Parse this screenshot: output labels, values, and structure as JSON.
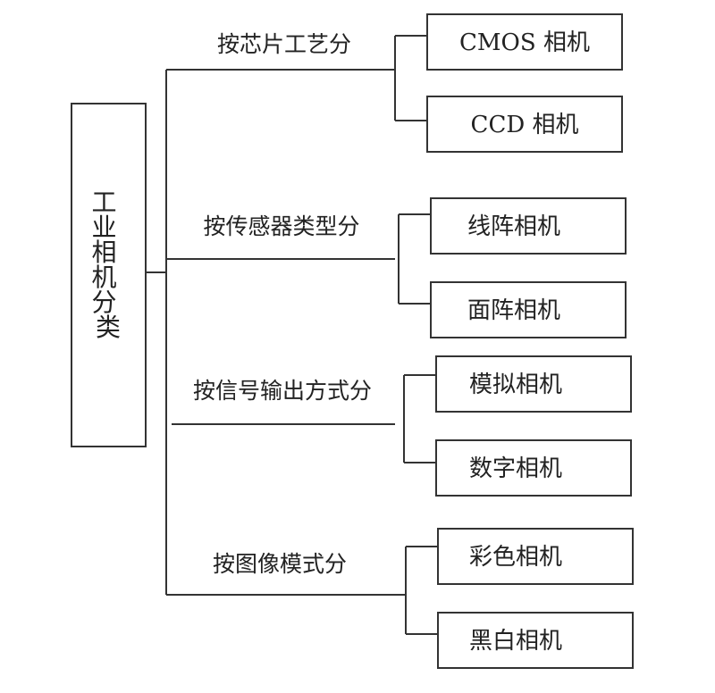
{
  "root": {
    "label": "工业相机分类"
  },
  "branches": [
    {
      "label": "按芯片工艺分",
      "children": [
        "CMOS 相机",
        "CCD 相机"
      ]
    },
    {
      "label": "按传感器类型分",
      "children": [
        "线阵相机",
        "面阵相机"
      ]
    },
    {
      "label": "按信号输出方式分",
      "children": [
        "模拟相机",
        "数字相机"
      ]
    },
    {
      "label": "按图像模式分",
      "children": [
        "彩色相机",
        "黑白相机"
      ]
    }
  ]
}
